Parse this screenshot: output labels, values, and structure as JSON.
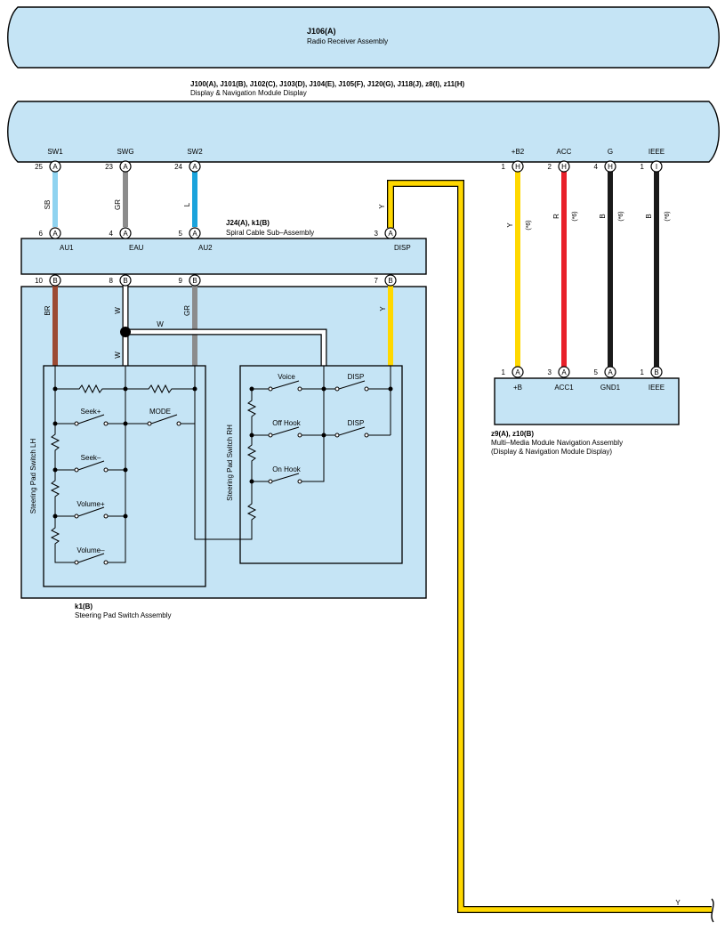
{
  "components": {
    "radio": {
      "code": "J106(A)",
      "name": "Radio Receiver Assembly"
    },
    "display": {
      "code": "J100(A), J101(B), J102(C), J103(D), J104(E), J105(F), J120(G), J118(J), z8(I), z11(H)",
      "name": "Display & Navigation Module Display"
    },
    "spiral": {
      "code": "J24(A), k1(B)",
      "name": "Spiral Cable Sub–Assembly"
    },
    "steering": {
      "code": "k1(B)",
      "name": "Steering Pad Switch Assembly"
    },
    "multimedia": {
      "code": "z9(A), z10(B)",
      "name": "Multi–Media Module Navigation Assembly",
      "name2": "(Display & Navigation Module Display)"
    }
  },
  "display_terminals": [
    {
      "name": "SW1",
      "pin": "25",
      "conn": "A"
    },
    {
      "name": "SWG",
      "pin": "23",
      "conn": "A"
    },
    {
      "name": "SW2",
      "pin": "24",
      "conn": "A"
    },
    {
      "name": "+B2",
      "pin": "1",
      "conn": "H"
    },
    {
      "name": "ACC",
      "pin": "2",
      "conn": "H"
    },
    {
      "name": "G",
      "pin": "4",
      "conn": "H"
    },
    {
      "name": "IEEE",
      "pin": "1",
      "conn": "I"
    }
  ],
  "spiral_top_pins": [
    {
      "name": "AU1",
      "pin": "6",
      "conn": "A"
    },
    {
      "name": "EAU",
      "pin": "4",
      "conn": "A"
    },
    {
      "name": "AU2",
      "pin": "5",
      "conn": "A"
    },
    {
      "name": "DISP",
      "pin": "3",
      "conn": "A"
    }
  ],
  "spiral_bottom_pins": [
    {
      "pin": "10",
      "conn": "B"
    },
    {
      "pin": "8",
      "conn": "B"
    },
    {
      "pin": "9",
      "conn": "B"
    },
    {
      "pin": "7",
      "conn": "B"
    }
  ],
  "multimedia_pins": [
    {
      "name": "+B",
      "pin": "1",
      "conn": "A"
    },
    {
      "name": "ACC1",
      "pin": "3",
      "conn": "A"
    },
    {
      "name": "GND1",
      "pin": "5",
      "conn": "A"
    },
    {
      "name": "IEEE",
      "pin": "1",
      "conn": "B"
    }
  ],
  "wire_labels": {
    "sb": "SB",
    "gr": "GR",
    "l": "L",
    "y": "Y",
    "r": "R",
    "b": "B",
    "br": "BR",
    "w": "W",
    "note": "(*6)"
  },
  "switch_lh": {
    "title": "Steering Pad Switch LH",
    "labels": [
      "Seek+",
      "MODE",
      "Seek–",
      "Volume+",
      "Volume–"
    ]
  },
  "switch_rh": {
    "title": "Steering Pad Switch RH",
    "labels": [
      "Voice",
      "DISP",
      "Off Hook",
      "DISP",
      "On Hook"
    ]
  },
  "colors": {
    "box_fill": "#c5e4f5",
    "sky_blue": "#8fd3f0",
    "gray": "#8c8c8c",
    "blue": "#1aa3dc",
    "yellow": "#ffd800",
    "red": "#e8202a",
    "black": "#1a1a1a",
    "brown": "#9c4a33",
    "white": "#ffffff"
  }
}
